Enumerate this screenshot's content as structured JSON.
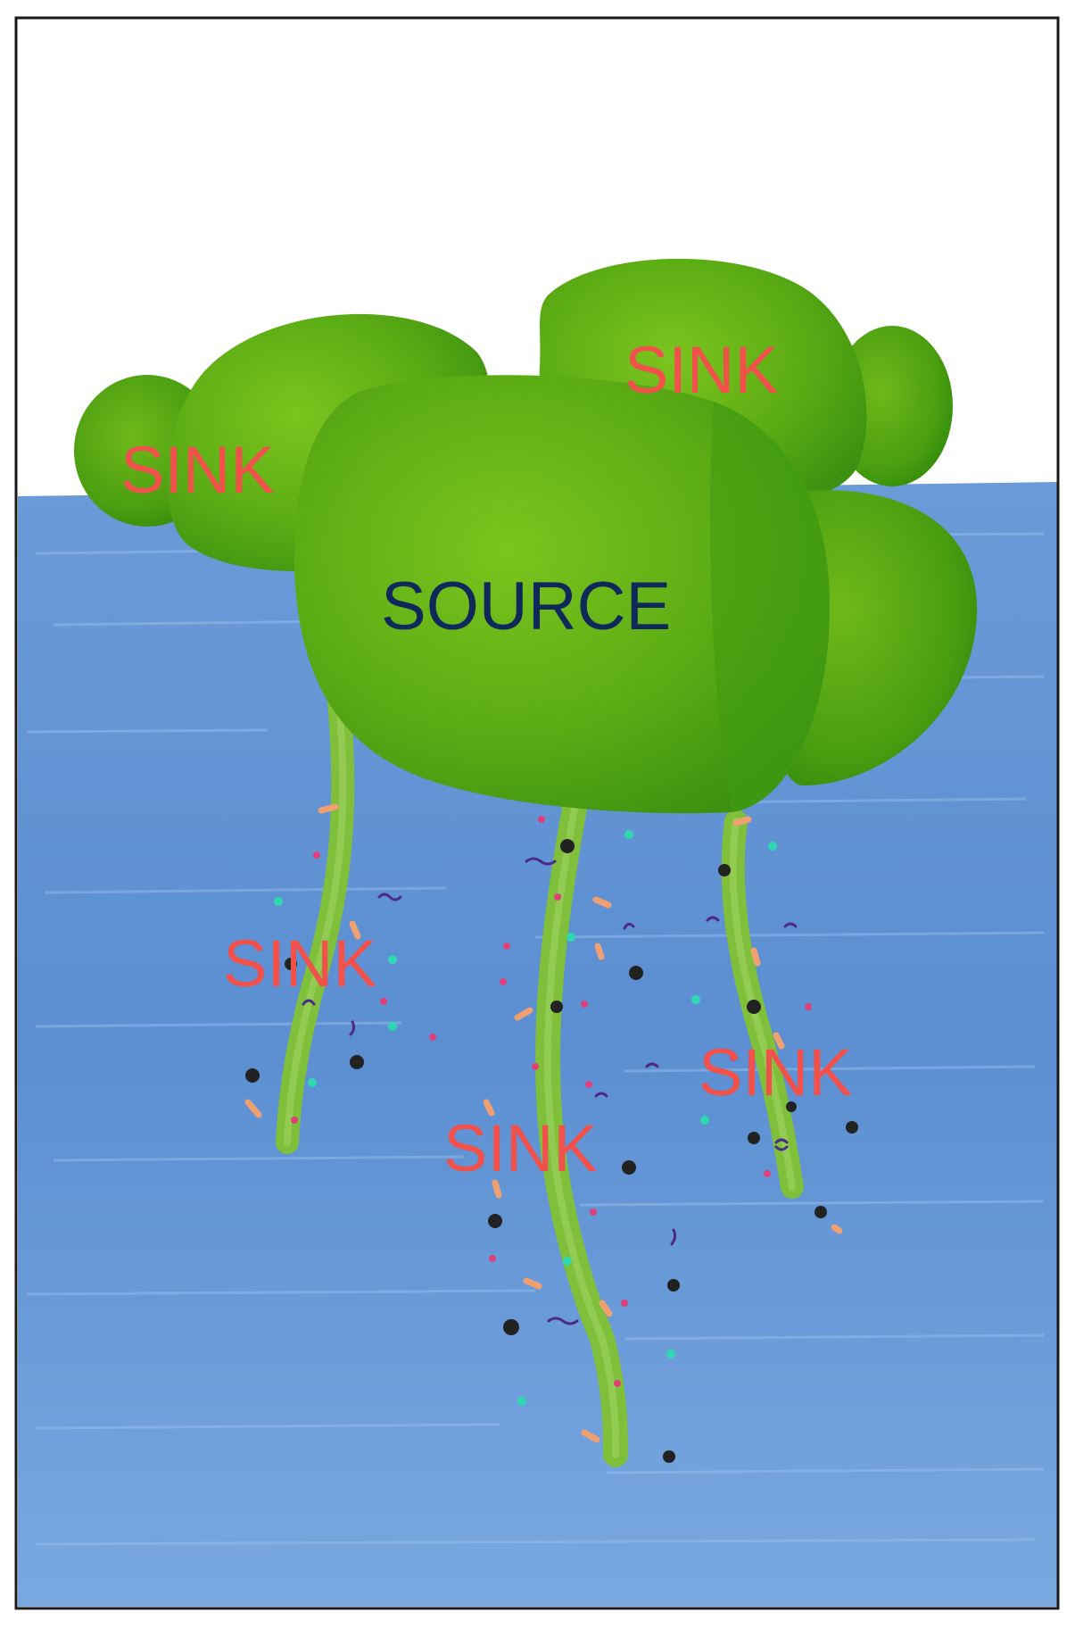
{
  "labels": {
    "sink_top_left": "SINK",
    "sink_top_right": "SINK",
    "source": "SOURCE",
    "sink_root_left": "SINK",
    "sink_root_middle": "SINK",
    "sink_root_right": "SINK"
  },
  "colors": {
    "water": "#5b8fd2",
    "water_light": "#8db4e6",
    "sky": "#ffffff",
    "frond": "#5aab14",
    "frond_dark": "#2f8a0a",
    "root": "#7fbf3a",
    "sink_text": "#f2504b",
    "source_text": "#0f2a5a",
    "frame": "#1a1a1a"
  }
}
